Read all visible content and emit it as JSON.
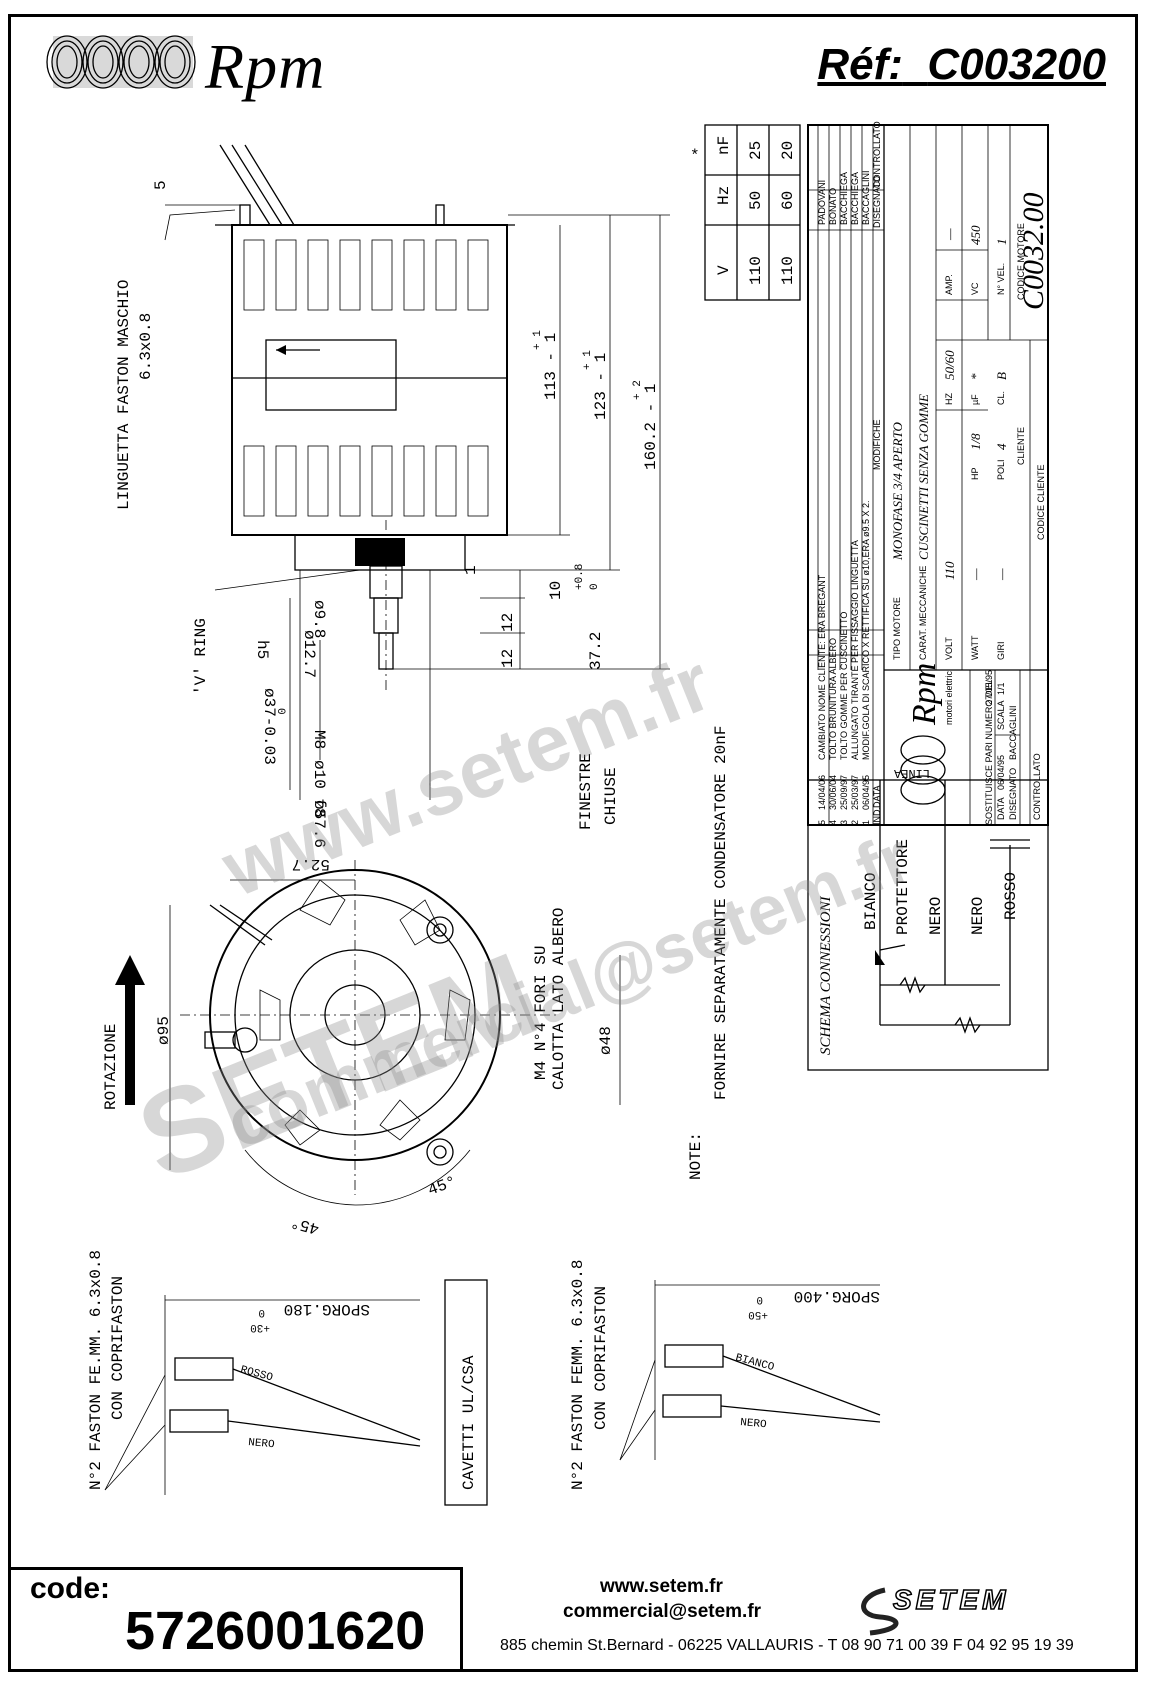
{
  "header": {
    "brand": "Rpm",
    "ref_label": "Réf:",
    "ref_value": "C003200"
  },
  "drawing": {
    "linguetta": "LINGUETTA FASTON MASCHIO",
    "linguetta_size": "6.3x0.8",
    "dim_5": "5",
    "dim_113": "113 - 1",
    "dim_113_tol": "+ 1",
    "dim_123": "123 - 1",
    "dim_123_tol": "+ 1",
    "dim_160": "160.2 - 1",
    "dim_160_tol": "+ 2",
    "dim_10": "10",
    "dim_1": "1",
    "dim_12a": "12",
    "dim_12b": "12",
    "dim_372": "37.2",
    "dim_372_tol": "+0.8",
    "dim_372_tol2": "0",
    "v_ring": "'V' RING",
    "d_98": "ø9.8",
    "d_127": "ø12.7",
    "h5": "h5",
    "d_37": "ø37-0.03",
    "d_37_tol": "0",
    "m8": "M8",
    "d_10": "ø10 f8",
    "d_576": "ø57.6",
    "finestre": "FINESTRE",
    "chiuse": "CHIUSE",
    "dim_527": "52.7",
    "fori_1": "M4 N°4 FORI SU",
    "fori_2": "CALOTTA LATO ALBERO",
    "d_95": "ø95",
    "d_48": "ø48",
    "rotazione": "ROTAZIONE",
    "angle_a": "45°",
    "angle_b": "45°",
    "note": "NOTE:",
    "note_text": "FORNIRE SEPARATAMENTE CONDENSATORE 20nF",
    "faston_1": "N°2 FASTON FE.MM. 6.3x0.8",
    "faston_1b": "CON COPRIFASTON",
    "sporg_1": "SPORG.180",
    "sporg_1_tol": "+30",
    "sporg_1_tol2": "0",
    "rosso_wire": "ROSSO",
    "nero_wire_1": "NERO",
    "cavetti": "CAVETTI UL/CSA",
    "faston_2": "N°2 FASTON FEMM. 6.3x0.8",
    "faston_2b": "CON COPRIFASTON",
    "sporg_2": "SPORG.400",
    "sporg_2_tol": "+50",
    "sporg_2_tol2": "0",
    "bianco_wire": "BIANCO",
    "nero_wire_2": "NERO"
  },
  "freq_table": {
    "marker": "*",
    "headers": [
      "V",
      "Hz",
      "nF"
    ],
    "rows": [
      [
        "110",
        "50",
        "25"
      ],
      [
        "110",
        "60",
        "20"
      ]
    ]
  },
  "title_block": {
    "revisions": [
      {
        "n": "5",
        "date": "14/04/06",
        "desc": "CAMBIATO NOME CLIENTE: ERA BREGANT",
        "by": "PADOVANI"
      },
      {
        "n": "4",
        "date": "30/06/04",
        "desc": "TOLTO BRUNITURA ALBERO",
        "by": "BONATO"
      },
      {
        "n": "3",
        "date": "25/09/97",
        "desc": "TOLTO GOMME PER CUSCINETTO",
        "by": "BACCHIEGA"
      },
      {
        "n": "2",
        "date": "25/03/97",
        "desc": "ALLUNGATO TIRANTE PER FISSAGGIO LINGUETTA",
        "by": "BACCHIEGA"
      },
      {
        "n": "1",
        "date": "06/04/95",
        "desc": "MODIF.GOLA DI SCARICO X RETTIFICA SU ø10,ERA ø9.5 X 2.",
        "by": "BACCAGLINI"
      }
    ],
    "rev_head": {
      "n": "IND.",
      "date": "DATA",
      "desc": "MODIFICHE",
      "by_a": "DISEGNATO",
      "by_b": "CONTROLLATO"
    },
    "tipo_motore_label": "TIPO MOTORE",
    "tipo_motore": "MONOFASE 3/4 APERTO",
    "carat_label": "CARAT. MECCANICHE",
    "carat": "CUSCINETTI SENZA GOMME",
    "volt_label": "VOLT",
    "volt": "110",
    "hz_label": "HZ",
    "hz": "50/60",
    "amp_label": "AMP.",
    "amp": "—",
    "watt_label": "WATT",
    "watt": "—",
    "hp_label": "HP",
    "hp": "1/8",
    "uf_label": "µF",
    "uf": "*",
    "vc_label": "VC",
    "vc": "450",
    "giri_label": "GIRI",
    "giri": "—",
    "poli_label": "POLI",
    "poli": "4",
    "cl_label": "CL.",
    "cl": "B",
    "vel_label": "N° VEL.",
    "vel": "1",
    "cliente_label": "CLIENTE",
    "codice_motore_label": "CODICE MOTORE",
    "codice_motore": "C0032.00",
    "codice_cliente_label": "CODICE CLIENTE",
    "brand": "Rpm",
    "brand_sub": "motori elettrici",
    "sostituisce": "SOSTITUISCE PARI NUMERO DEL",
    "sostituisce_date": "27/05/95",
    "data_label": "DATA",
    "data": "06/04/95",
    "scala_label": "SCALA",
    "scala": "1/1",
    "disegnato_label": "DISEGNATO",
    "disegnato": "BACCAGLINI",
    "controllato_label": "CONTROLLATO"
  },
  "schema": {
    "title": "SCHEMA CONNESSIONI",
    "linea": "LINEA",
    "bianco": "BIANCO",
    "protettore": "PROTETTORE",
    "nero1": "NERO",
    "nero2": "NERO",
    "rosso": "ROSSO"
  },
  "footer": {
    "code_label": "code:",
    "code": "5726001620",
    "web": "www.setem.fr",
    "mail": "commercial@setem.fr",
    "address": "885 chemin St.Bernard  -  06225 VALLAURIS  -  T 08 90 71 00 39   F 04 92 95 19 39",
    "setem_logo": "SETEM"
  },
  "watermark": {
    "line1": "www.setem.fr",
    "line2": "SETEM",
    "line3": "commercial@setem.fr"
  }
}
